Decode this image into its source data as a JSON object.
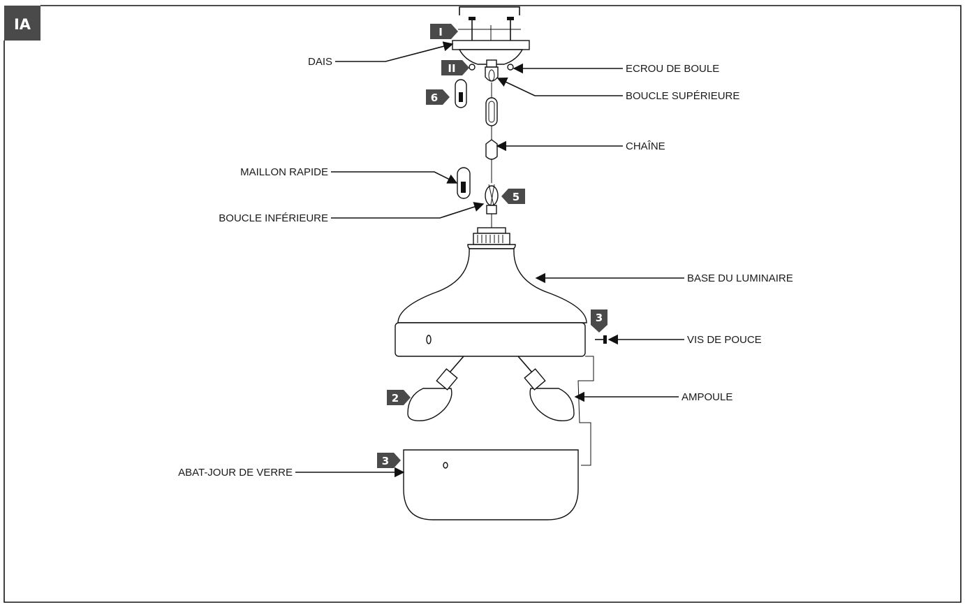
{
  "figure": {
    "tag": "IA"
  },
  "labels": {
    "dais": "DAIS",
    "ecrou_de_boule": "ECROU DE BOULE",
    "boucle_superieure": "BOUCLE SUPÉRIEURE",
    "chaine": "CHAÎNE",
    "maillon_rapide": "MAILLON RAPIDE",
    "boucle_inferieure": "BOUCLE INFÉRIEURE",
    "base_du_luminaire": "BASE DU LUMINAIRE",
    "vis_de_pouce": "VIS DE POUCE",
    "ampoule": "AMPOULE",
    "abat_jour_de_verre": "ABAT-JOUR DE VERRE"
  },
  "steps": {
    "canopy_screws": "I",
    "ball_nut": "II",
    "quick_link": "6",
    "bottom_loop": "5",
    "thumb_screw": "3",
    "bulb": "2",
    "glass_shade": "3"
  },
  "colors": {
    "badge": "#4a4a4a",
    "line": "#111111"
  }
}
